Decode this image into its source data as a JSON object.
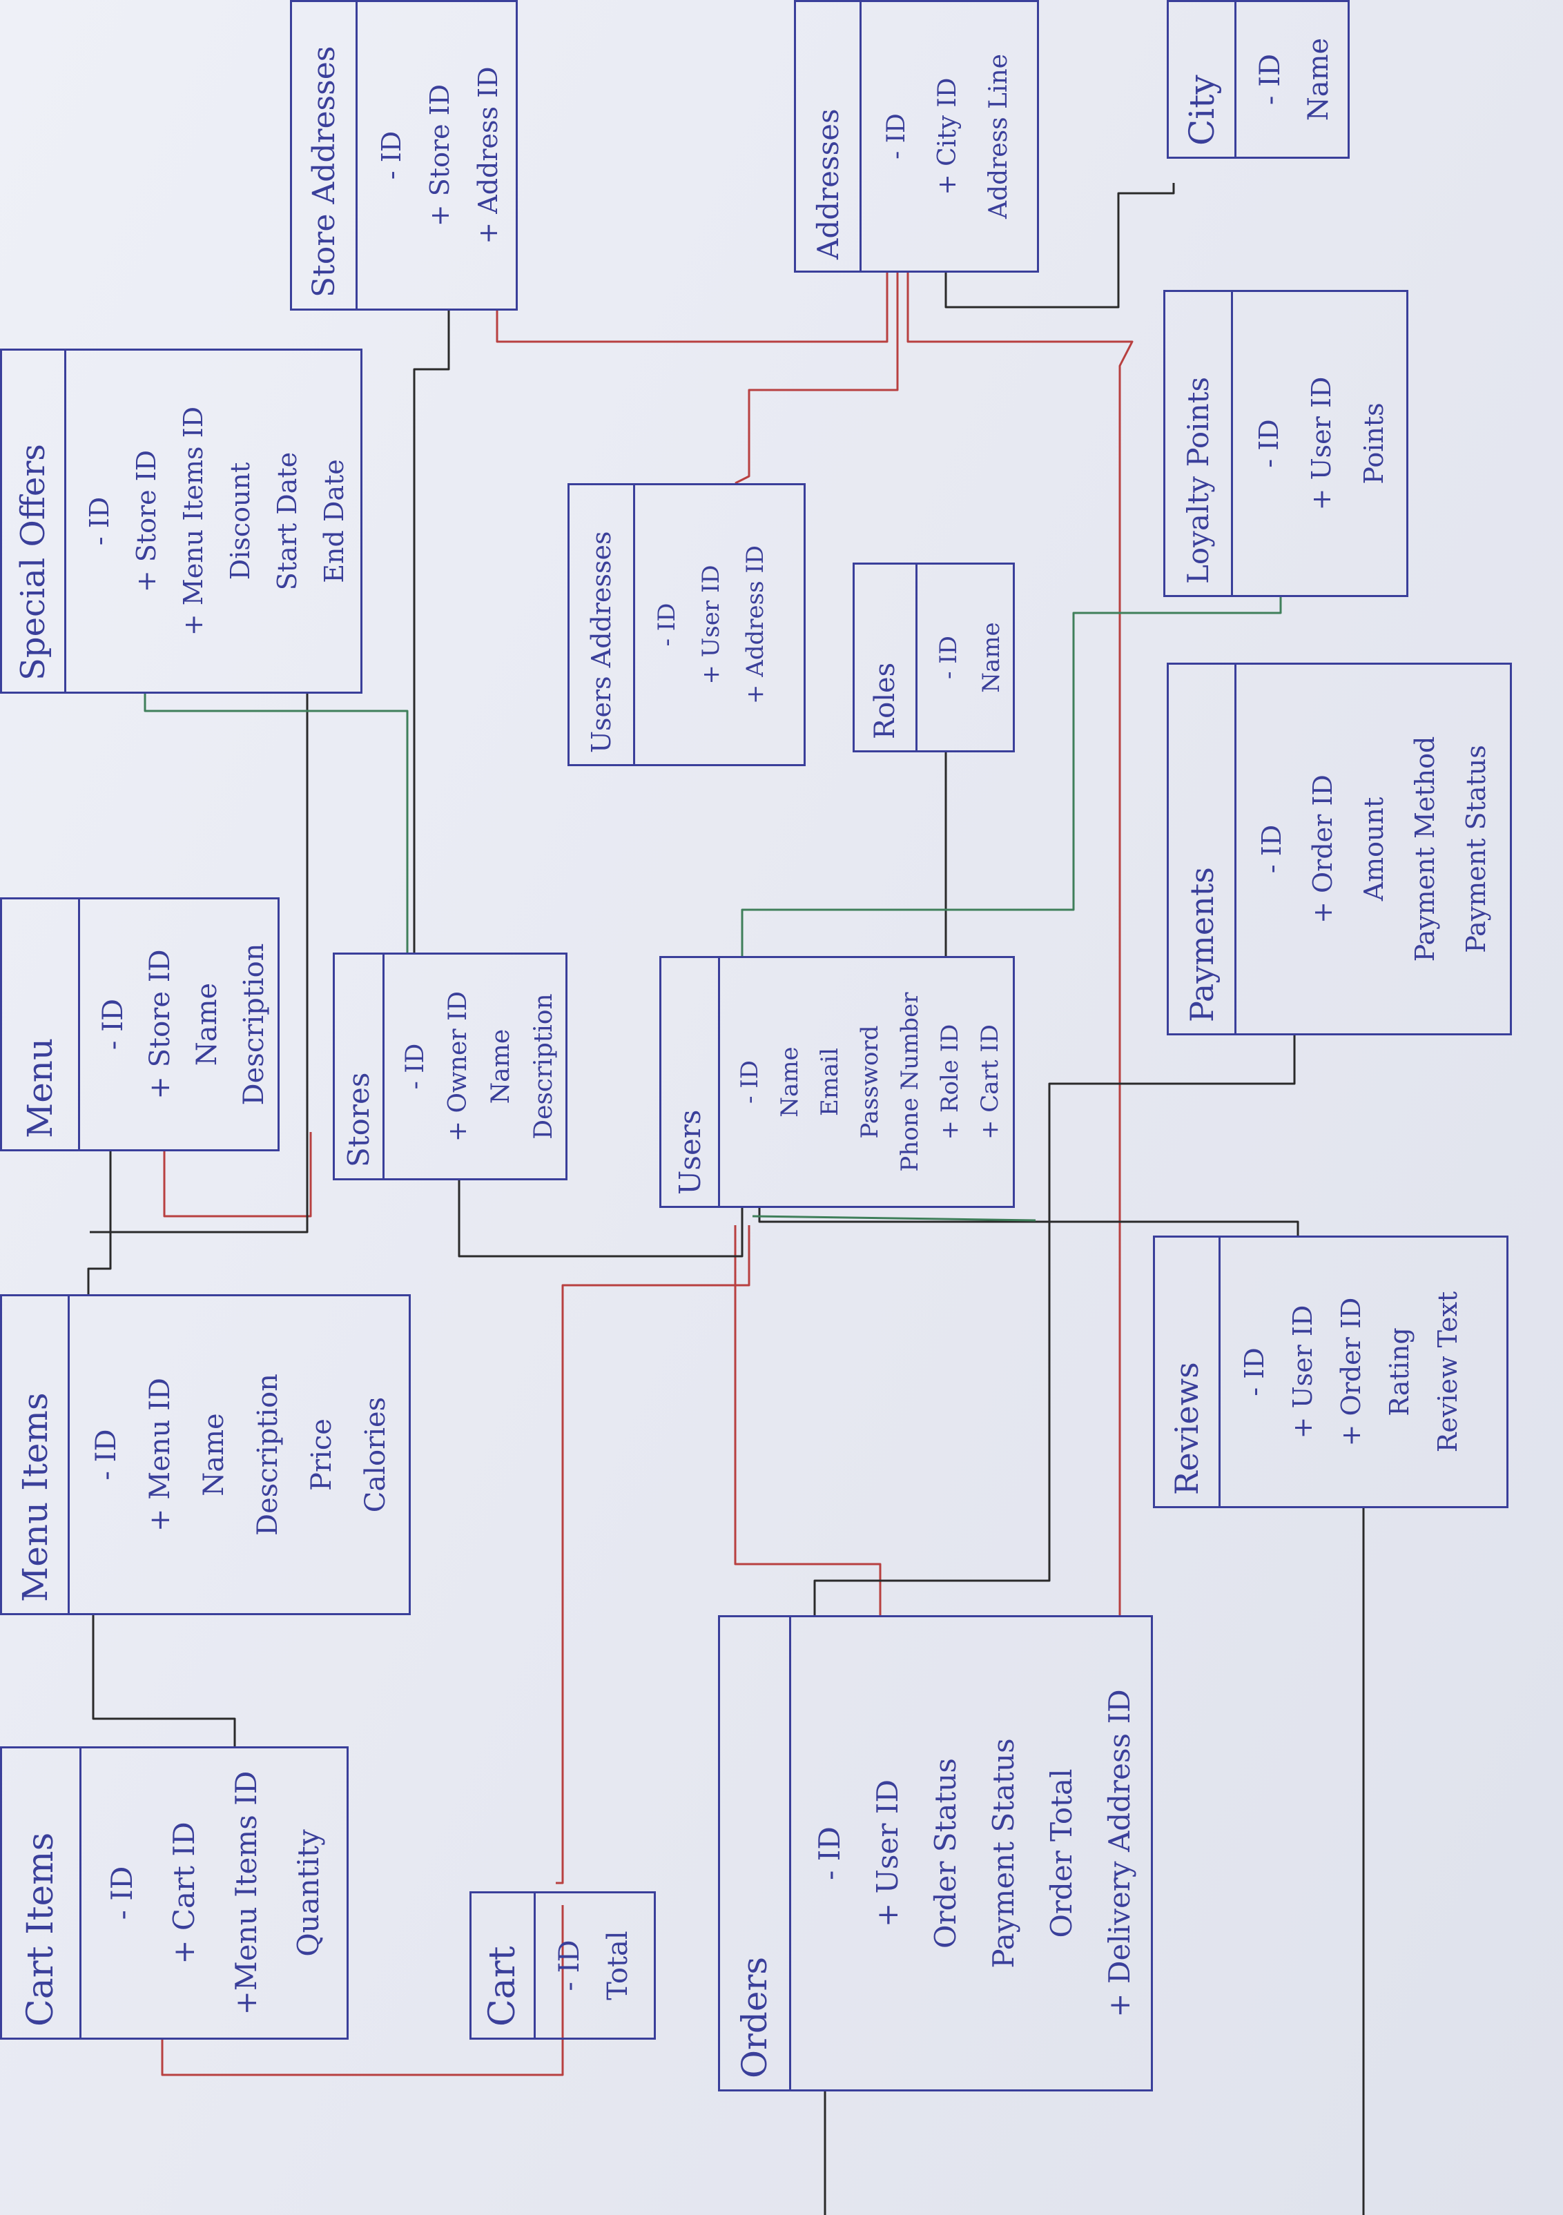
{
  "colors": {
    "pen": "#3a3f9a",
    "black": "#2a2a2a",
    "red": "#b84040",
    "green": "#3f7f5a"
  },
  "entities": {
    "cart_items": {
      "title": "Cart Items",
      "fields": [
        "- ID",
        "+ Cart ID",
        "+Menu Items ID",
        "Quantity"
      ]
    },
    "menu_items": {
      "title": "Menu Items",
      "fields": [
        "- ID",
        "+ Menu ID",
        "Name",
        "Description",
        "Price",
        "Calories"
      ]
    },
    "menu": {
      "title": "Menu",
      "fields": [
        "- ID",
        "+ Store ID",
        "Name",
        "Description"
      ]
    },
    "special_offers": {
      "title": "Special Offers",
      "fields": [
        "- ID",
        "+ Store ID",
        "+ Menu Items ID",
        "Discount",
        "Start Date",
        "End Date"
      ]
    },
    "store_addresses": {
      "title": "Store Addresses",
      "fields": [
        "- ID",
        "+ Store ID",
        "+ Address ID"
      ]
    },
    "cart": {
      "title": "Cart",
      "fields": [
        "- ID",
        "Total"
      ]
    },
    "stores": {
      "title": "Stores",
      "fields": [
        "- ID",
        "+ Owner ID",
        "Name",
        "Description"
      ]
    },
    "orders": {
      "title": "Orders",
      "fields": [
        "- ID",
        "+ User ID",
        "Order Status",
        "Payment Status",
        "Order Total",
        "+ Delivery Address ID"
      ]
    },
    "users": {
      "title": "Users",
      "fields": [
        "- ID",
        "Name",
        "Email",
        "Password",
        "Phone Number",
        "+ Role ID",
        "+ Cart ID"
      ]
    },
    "user_addresses": {
      "title": "Users Addresses",
      "fields": [
        "- ID",
        "+ User ID",
        "+ Address ID"
      ]
    },
    "roles": {
      "title": "Roles",
      "fields": [
        "- ID",
        "Name"
      ]
    },
    "addresses": {
      "title": "Addresses",
      "fields": [
        "- ID",
        "+ City ID",
        "Address Line"
      ]
    },
    "reviews": {
      "title": "Reviews",
      "fields": [
        "- ID",
        "+ User ID",
        "+ Order ID",
        "Rating",
        "Review Text"
      ]
    },
    "payments": {
      "title": "Payments",
      "fields": [
        "- ID",
        "+ Order ID",
        "Amount",
        "Payment Method",
        "Payment Status"
      ]
    },
    "loyalty_points": {
      "title": "Loyalty Points",
      "fields": [
        "- ID",
        "+ User ID",
        "Points"
      ]
    },
    "city": {
      "title": "City",
      "fields": [
        "- ID",
        "Name"
      ]
    }
  }
}
